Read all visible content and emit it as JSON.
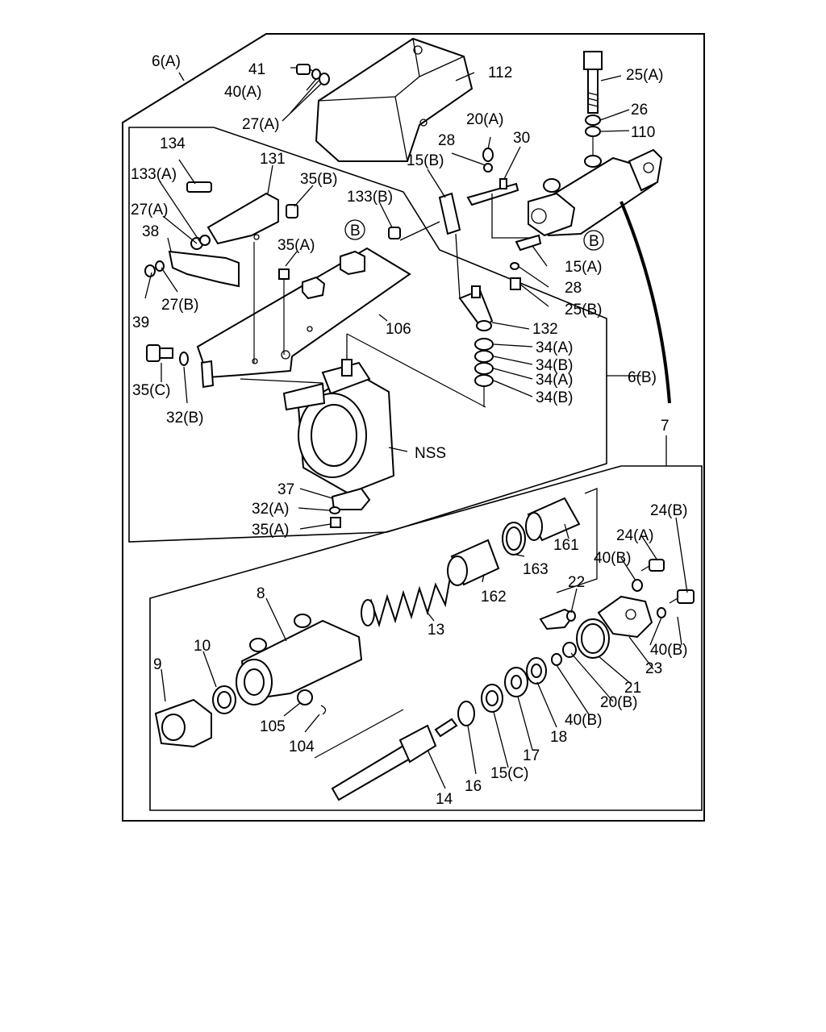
{
  "labels": {
    "l6A": "6(A)",
    "l41": "41",
    "l40A": "40(A)",
    "l27A_top": "27(A)",
    "l112": "112",
    "l25A": "25(A)",
    "l26": "26",
    "l110": "110",
    "l20A": "20(A)",
    "l30": "30",
    "l28a": "28",
    "l15B": "15(B)",
    "l134": "134",
    "l131": "131",
    "l35B": "35(B)",
    "l133A": "133(A)",
    "l133B": "133(B)",
    "l27A_left": "27(A)",
    "l38": "38",
    "lB1": "B",
    "l35A_mid": "35(A)",
    "lB2": "B",
    "l15A": "15(A)",
    "l28b": "28",
    "l25B": "25(B)",
    "l39": "39",
    "l27B": "27(B)",
    "l106": "106",
    "l132": "132",
    "l34A1": "34(A)",
    "l34B1": "34(B)",
    "l34A2": "34(A)",
    "l34B2": "34(B)",
    "l35C": "35(C)",
    "l32B": "32(B)",
    "l6B": "6(B)",
    "lNSS": "NSS",
    "l7": "7",
    "l37": "37",
    "l32A": "32(A)",
    "l35A_bot": "35(A)",
    "l24B": "24(B)",
    "l24A": "24(A)",
    "l161": "161",
    "l163": "163",
    "l40B_a": "40(B)",
    "l162": "162",
    "l22": "22",
    "l8": "8",
    "l13": "13",
    "l10": "10",
    "l9": "9",
    "l40B_b": "40(B)",
    "l23": "23",
    "l21": "21",
    "l20B": "20(B)",
    "l40B_c": "40(B)",
    "l18": "18",
    "l105": "105",
    "l104": "104",
    "l17": "17",
    "l15C": "15(C)",
    "l16": "16",
    "l14": "14"
  }
}
